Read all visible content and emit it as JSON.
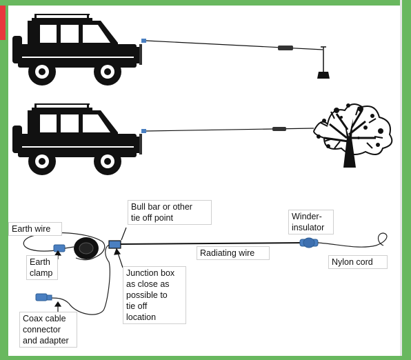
{
  "labels": {
    "bull_bar": "Bull bar or other\ntie off point",
    "earth_wire": "Earth wire",
    "winder": "Winder-\ninsulator",
    "radiating": "Radiating wire",
    "nylon": "Nylon cord",
    "earth_clamp": "Earth\nclamp",
    "junction": "Junction box\nas close as\npossible to\ntie off\nlocation",
    "coax": "Coax cable\nconnector\nand adapter"
  },
  "colors": {
    "frame": "#69b85f",
    "accent_red": "#e8383d",
    "component_blue": "#4a7fc1"
  }
}
